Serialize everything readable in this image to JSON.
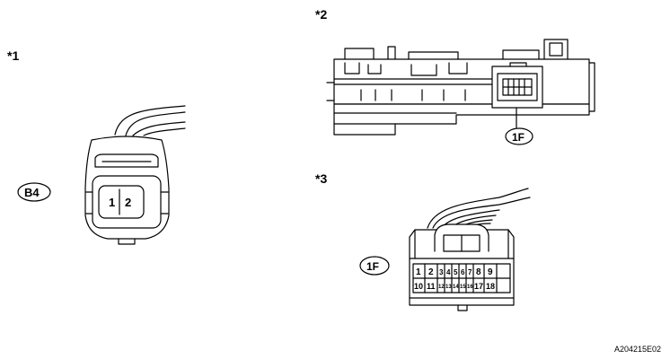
{
  "views": {
    "v1": {
      "label": "*1"
    },
    "v2": {
      "label": "*2"
    },
    "v3": {
      "label": "*3"
    }
  },
  "connectors": {
    "b4": {
      "tag": "B4",
      "pins": [
        "1",
        "2"
      ]
    },
    "f1_on_unit": {
      "tag": "1F"
    },
    "f1_face": {
      "tag": "1F",
      "top_row": [
        "1",
        "2",
        "3",
        "4",
        "5",
        "6",
        "7",
        "8",
        "9"
      ],
      "bottom_row": [
        "10",
        "11",
        "12",
        "13",
        "14",
        "15",
        "16",
        "17",
        "18"
      ]
    }
  },
  "figure_code": "A204215E02",
  "colors": {
    "line": "#000000",
    "fill": "#ffffff"
  }
}
